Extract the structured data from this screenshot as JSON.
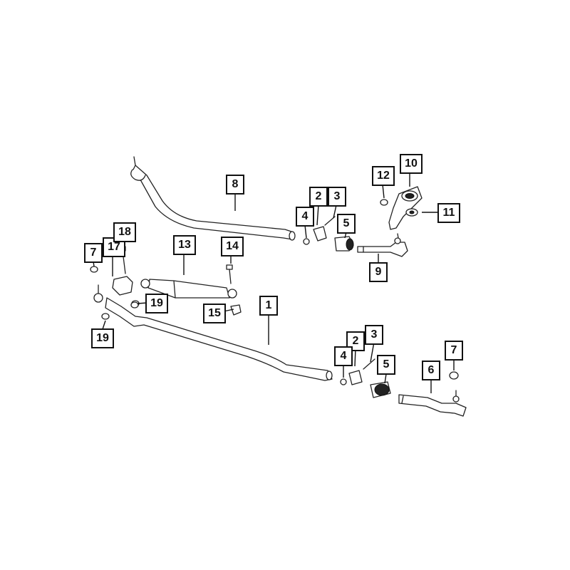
{
  "callouts": {
    "c1": "1",
    "c2a": "2",
    "c2b": "2",
    "c3a": "3",
    "c3b": "3",
    "c4a": "4",
    "c4b": "4",
    "c5a": "5",
    "c5b": "5",
    "c6": "6",
    "c7a": "7",
    "c7b": "7",
    "c8": "8",
    "c9": "9",
    "c10": "10",
    "c11": "11",
    "c12": "12",
    "c13": "13",
    "c14": "14",
    "c15": "15",
    "c17": "17",
    "c18": "18",
    "c19a": "19",
    "c19b": "19"
  },
  "colors": {
    "outline": "#222222",
    "background": "#ffffff"
  }
}
